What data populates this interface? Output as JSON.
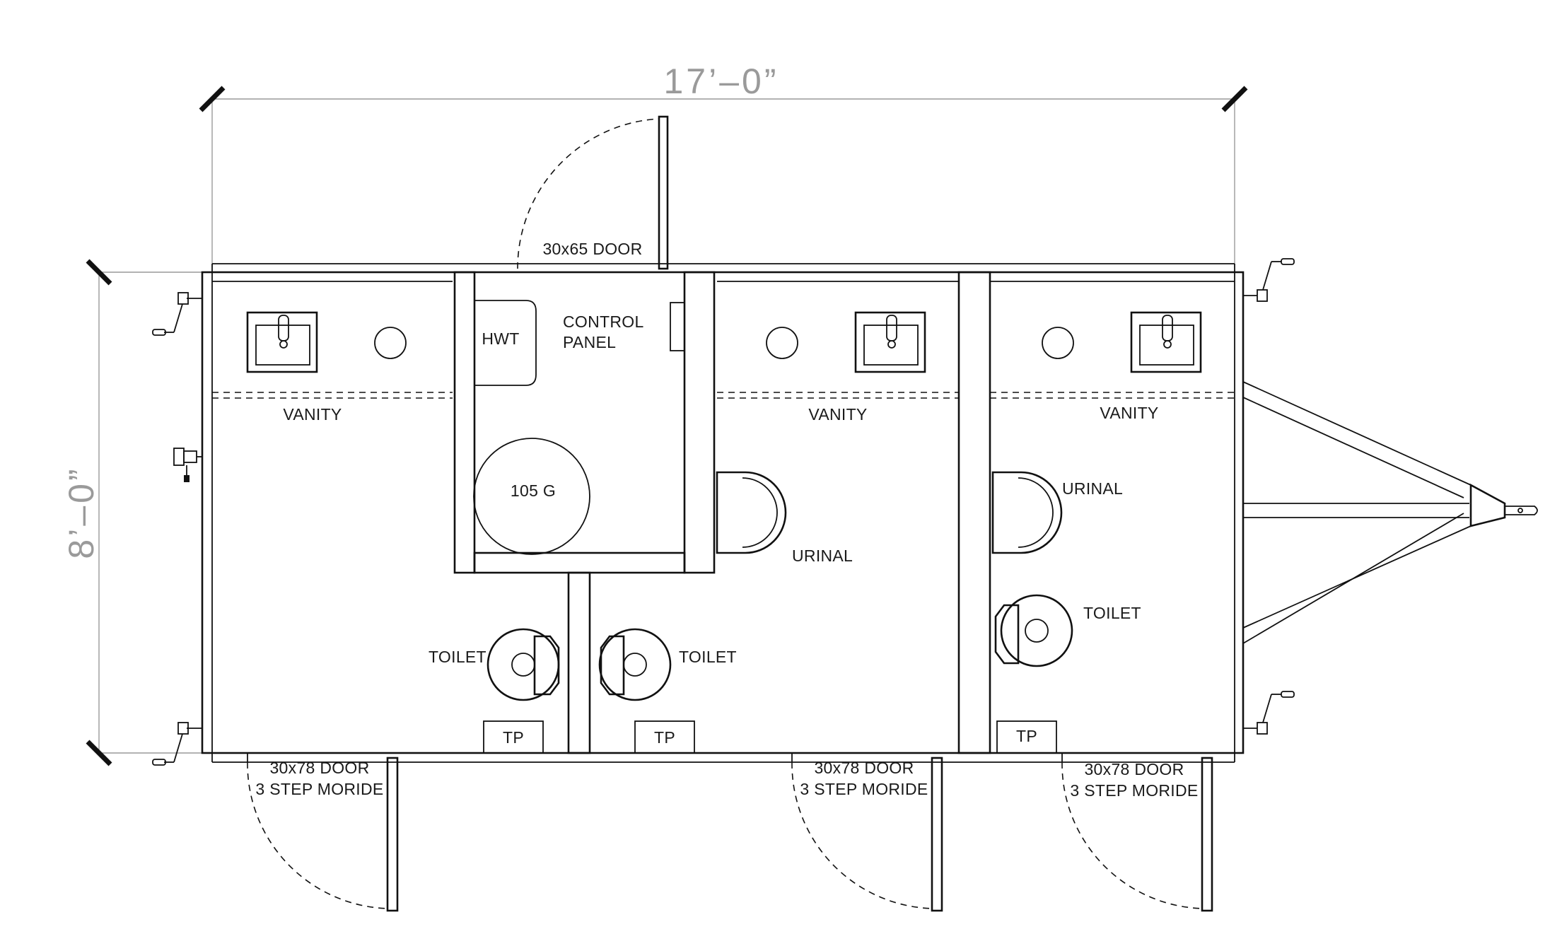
{
  "dimensions": {
    "width": "17’–0”",
    "height": "8’–0”"
  },
  "labels": {
    "top_door": "30x65 DOOR",
    "control_panel_line1": "CONTROL",
    "control_panel_line2": "PANEL",
    "hwt": "HWT",
    "tank": "105 G",
    "vanity": "VANITY",
    "urinal": "URINAL",
    "toilet": "TOILET",
    "tp": "TP",
    "bottom_door_line1": "30x78 DOOR",
    "bottom_door_line2": "3 STEP MORIDE"
  },
  "colors": {
    "line": "#111111",
    "dimension_text": "#9a9a9a",
    "background": "#ffffff"
  }
}
